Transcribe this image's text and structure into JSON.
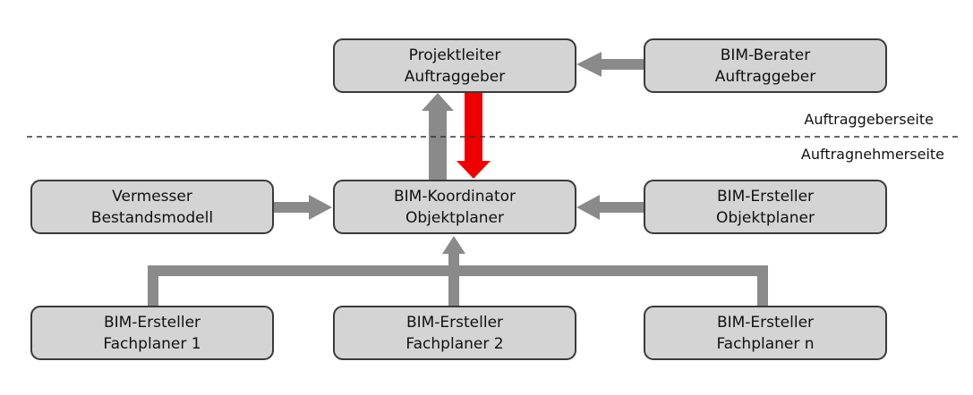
{
  "diagram": {
    "nodes": {
      "projektleiter": {
        "line1": "Projektleiter",
        "line2": "Auftraggeber"
      },
      "bim_berater": {
        "line1": "BIM-Berater",
        "line2": "Auftraggeber"
      },
      "vermesser": {
        "line1": "Vermesser",
        "line2": "Bestandsmodell"
      },
      "bim_koordinator": {
        "line1": "BIM-Koordinator",
        "line2": "Objektplaner"
      },
      "bim_ersteller_objekt": {
        "line1": "BIM-Ersteller",
        "line2": "Objektplaner"
      },
      "fachplaner_1": {
        "line1": "BIM-Ersteller",
        "line2": "Fachplaner 1"
      },
      "fachplaner_2": {
        "line1": "BIM-Ersteller",
        "line2": "Fachplaner 2"
      },
      "fachplaner_n": {
        "line1": "BIM-Ersteller",
        "line2": "Fachplaner n"
      }
    },
    "labels": {
      "auftraggeberseite": "Auftraggeberseite",
      "auftragnehmerseite": "Auftragnehmerseite"
    },
    "colors": {
      "box_fill": "#d4d4d4",
      "box_stroke": "#3a3a3a",
      "arrow_gray": "#8a8a8a",
      "arrow_red": "#ee0000"
    }
  }
}
